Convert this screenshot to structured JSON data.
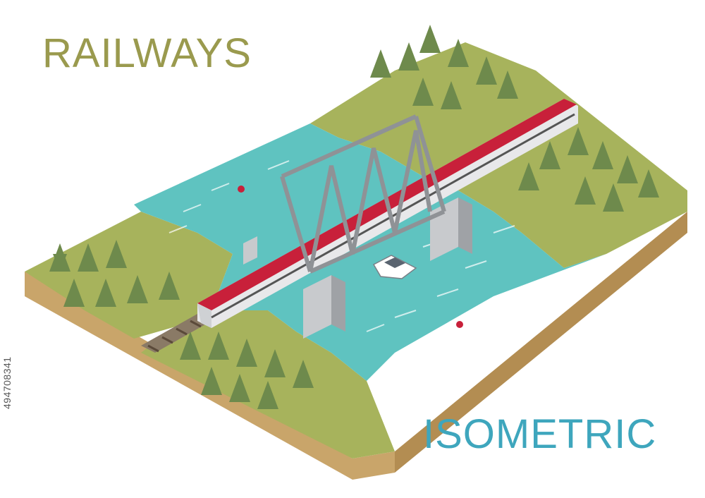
{
  "headline": {
    "top": "RAILWAYS",
    "bottom": "ISOMETRIC"
  },
  "stock_id": "494708341",
  "colors": {
    "title_top": "#9a9a4e",
    "title_bottom": "#3ea6bd",
    "grass": "#a7b35c",
    "soil": "#c9a56a",
    "water": "#5fc3c0",
    "train_red": "#c8203a",
    "bridge_gray": "#b9bcc0",
    "tree": "#6e8a4c"
  },
  "scene": {
    "objects": [
      "island-terrain",
      "river",
      "truss-bridge",
      "high-speed-train",
      "railway-track",
      "boat",
      "buoy",
      "pine-trees"
    ]
  }
}
